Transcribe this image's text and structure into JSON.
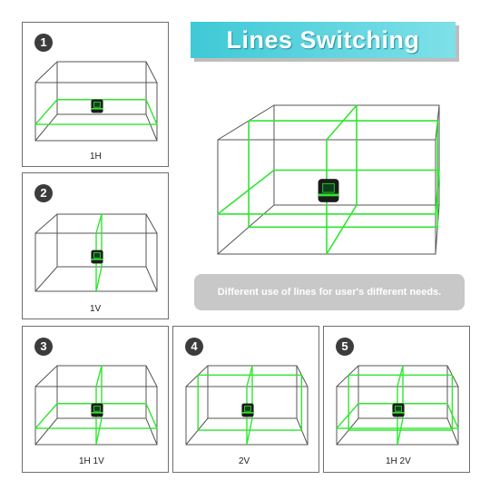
{
  "title": "Lines Switching",
  "subtitle": "Different use of lines for user's different needs.",
  "colors": {
    "line": "#2ee62e",
    "box": "#555555",
    "title_bg": "#3fc9d6",
    "badge": "#3c3c3c"
  },
  "panels": [
    {
      "number": "1",
      "label": "1H",
      "mode": "1H"
    },
    {
      "number": "2",
      "label": "1V",
      "mode": "1V"
    },
    {
      "number": "3",
      "label": "1H 1V",
      "mode": "1H1V"
    },
    {
      "number": "4",
      "label": "2V",
      "mode": "2V"
    },
    {
      "number": "5",
      "label": "1H 2V",
      "mode": "1H2V"
    }
  ]
}
